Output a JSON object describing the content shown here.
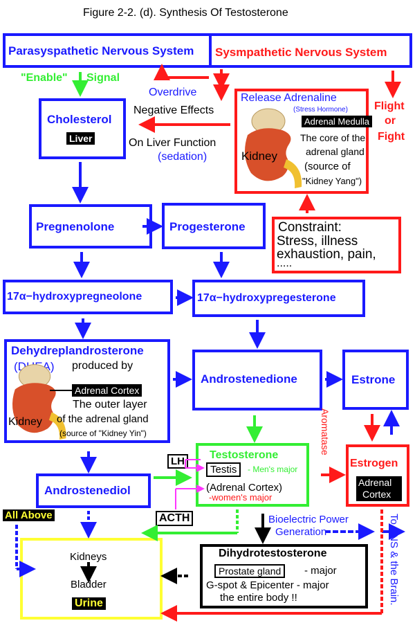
{
  "title": "Figure 2-2.  (d). Synthesis Of Testosterone",
  "parasympathetic": "Parasyspathetic Nervous System",
  "sympathetic": "Sysmpathetic Nervous System",
  "enable_signal_1": "\"Enable\"",
  "enable_signal_2": "Signal",
  "overdrive": "Overdrive",
  "negative_effects": "Negative Effects",
  "on_liver_function": "On Liver Function",
  "sedation": "(sedation)",
  "flight": "Flight",
  "or": "or",
  "fight": "Fight",
  "cholesterol": "Cholesterol",
  "liver": "Liver",
  "release_adrenaline": "Release Adrenaline",
  "stress_hormone": "(Stress Hormone)",
  "adrenal_medulla": "Adrenal Medulla",
  "core_1": "The core of the",
  "core_2": "adrenal gland",
  "core_3": "(source of",
  "core_4": "\"Kidney Yang\")",
  "kidney_label": "Kidney",
  "pregnenolone": "Pregnenolone",
  "progesterone": "Progesterone",
  "constraint_1": "Constraint:",
  "constraint_2": "Stress, illness",
  "constraint_3": "exhaustion, pain,",
  "constraint_4": ".....",
  "hydroxypregneolone": "17α−hydroxypregneolone",
  "hydroxypregesterone": "17α−hydroxypregesterone",
  "dhea_title": "Dehydreplandrosterone",
  "dhea_abbr": "(DHEA)",
  "produced_by": "produced by",
  "adrenal_cortex": "Adrenal  Cortex",
  "outer_1": "The outer layer",
  "outer_2": "of the adrenal gland",
  "outer_3": "(source of \"Kidney Yin\")",
  "androstenedione": "Androstenedione",
  "estrone": "Estrone",
  "aromatase": "Aromatase",
  "testosterone": "Testosterone",
  "testis": "Testis",
  "mens_major": "- Men's major",
  "adrenal_cortex_paren": "(Adrenal Cortex)",
  "womens_major": "-women's major",
  "estrogen": "Estrogen",
  "estrogen_adrenal": "Adrenal",
  "estrogen_cortex": "Cortex",
  "lh": "LH",
  "acth": "ACTH",
  "androstenediol": "Androstenediol",
  "all_above": "All Above",
  "bioelectric_1": "Bioelectric Power",
  "bioelectric_2": "Generation",
  "to_ans": "To ANS & the Brain.",
  "kidneys": "Kidneys",
  "bladder": "Bladder",
  "urine": "Urine",
  "dihydro": "Dihydrotestosterone",
  "prostate": "Prostate gland",
  "major": "- major",
  "gspot": "G-spot & Epicenter - major",
  "entire_body": "the entire body !!"
}
